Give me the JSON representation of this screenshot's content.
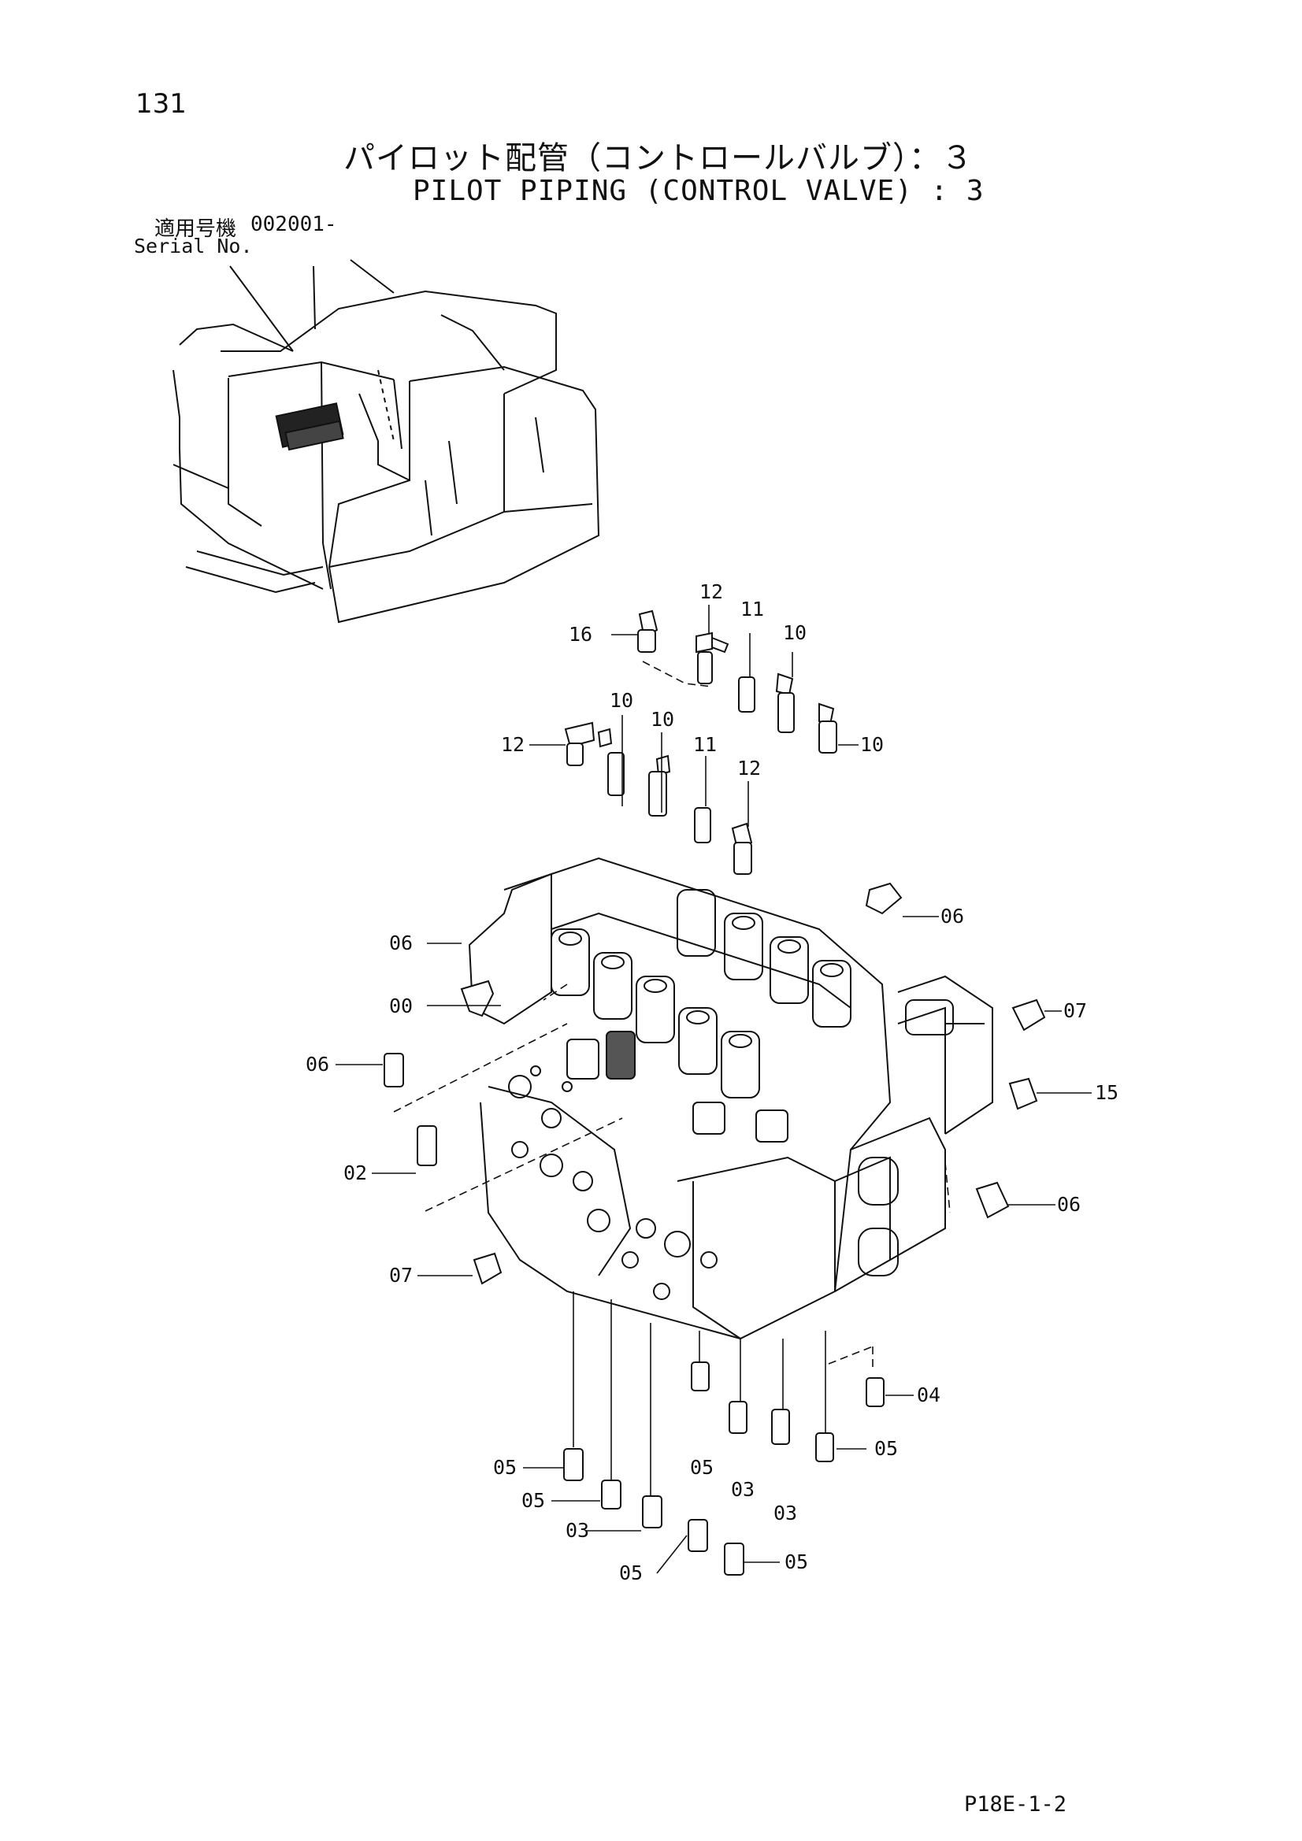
{
  "page_number": "131",
  "title_jp": "パイロット配管（コントロールバルブ）：３",
  "title_en": "PILOT PIPING (CONTROL VALVE) : 3",
  "serial": {
    "label_jp": "適用号機",
    "label_en": "Serial No.",
    "value": "002001-"
  },
  "page_ref": "P18E-1-2",
  "callouts": [
    "12",
    "11",
    "10",
    "16",
    "10",
    "10",
    "12",
    "11",
    "12",
    "10",
    "06",
    "06",
    "00",
    "07",
    "06",
    "15",
    "02",
    "06",
    "07",
    "04",
    "05",
    "05",
    "05",
    "03",
    "03",
    "05",
    "03",
    "05",
    "05"
  ]
}
